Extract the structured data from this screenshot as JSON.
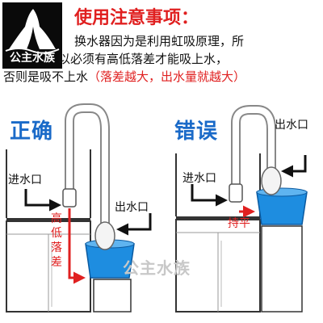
{
  "logo": {
    "text": "公主水族"
  },
  "heading": "使用注意事项：",
  "notice": {
    "line1": "换水器因为是利用虹吸原理，所",
    "line2": "以必须有高低落差才能吸上水，",
    "line3_prefix": "否则是吸不上水",
    "line3_highlight": "（落差越大，出水量就越大）"
  },
  "panels": {
    "correct": {
      "title": "正确",
      "inlet_label": "进水口",
      "outlet_label": "出水口",
      "drop_label": "高低落差"
    },
    "wrong": {
      "title": "错误",
      "inlet_label": "进水口",
      "outlet_label": "出水口",
      "level_label": "持平"
    }
  },
  "watermark": "公主水族",
  "colors": {
    "accent_red": "#e02020",
    "title_blue": "#1a6ac8",
    "water_blue": "#1e8de0",
    "tank_line": "#333333"
  }
}
